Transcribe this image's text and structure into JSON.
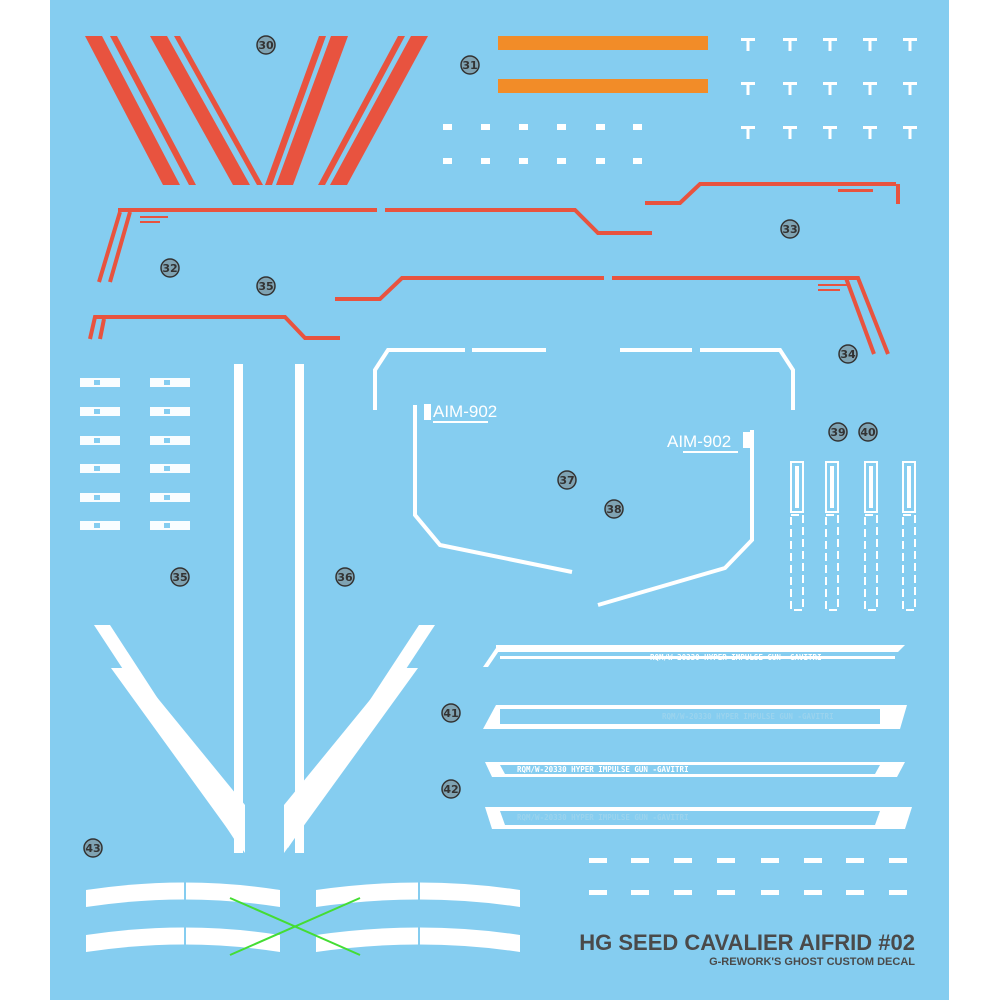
{
  "sheet": {
    "title": "HG SEED CAVALIER AIFRID #02",
    "subtitle": "G-REWORK'S GHOST CUSTOM DECAL",
    "colors": {
      "background": "#85cdf0",
      "white": "#ffffff",
      "red": "#e8533f",
      "orange": "#f28c28",
      "marker": "#44dd33",
      "label_fill": "#7fa3b3"
    }
  },
  "markers": [
    {
      "id": "30",
      "text": "30"
    },
    {
      "id": "31",
      "text": "31"
    },
    {
      "id": "32",
      "text": "32"
    },
    {
      "id": "33",
      "text": "33"
    },
    {
      "id": "34",
      "text": "34"
    },
    {
      "id": "35a",
      "text": "35"
    },
    {
      "id": "35b",
      "text": "35"
    },
    {
      "id": "36",
      "text": "36"
    },
    {
      "id": "37",
      "text": "37"
    },
    {
      "id": "38",
      "text": "38"
    },
    {
      "id": "39",
      "text": "39"
    },
    {
      "id": "40",
      "text": "40"
    },
    {
      "id": "41",
      "text": "41"
    },
    {
      "id": "42",
      "text": "42"
    },
    {
      "id": "43",
      "text": "43"
    }
  ],
  "decals": {
    "aim_left": "AIM-902",
    "aim_right": "AIM-902",
    "gun_text": "RQM/W-20330 HYPER IMPULSE GUN -GAVITRI"
  }
}
